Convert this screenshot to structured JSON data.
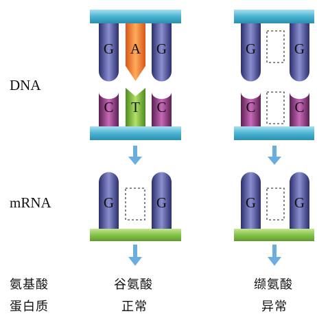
{
  "row_labels": {
    "dna": "DNA",
    "mrna": "mRNA",
    "amino_acid": "氨基酸",
    "protein": "蛋白质"
  },
  "normal": {
    "dna_top": [
      "G",
      "A",
      "G"
    ],
    "dna_bottom": [
      "C",
      "T",
      "C"
    ],
    "mrna": [
      "G",
      "",
      "G"
    ],
    "amino_acid": "谷氨酸",
    "protein": "正常"
  },
  "mutant": {
    "dna_top": [
      "G",
      "",
      "G"
    ],
    "dna_bottom": [
      "C",
      "",
      "C"
    ],
    "mrna": [
      "G",
      "",
      "G"
    ],
    "amino_acid": "缬氨酸",
    "protein": "异常"
  },
  "colors": {
    "backbone": "#4fb7d4",
    "guanine": "#4a4e8c",
    "cytosine": "#8a3a7c",
    "adenine": "#f07a22",
    "thymine": "#7bbd3a",
    "rna_backbone": "#7ebf3e",
    "arrow": "#6aaee0"
  }
}
